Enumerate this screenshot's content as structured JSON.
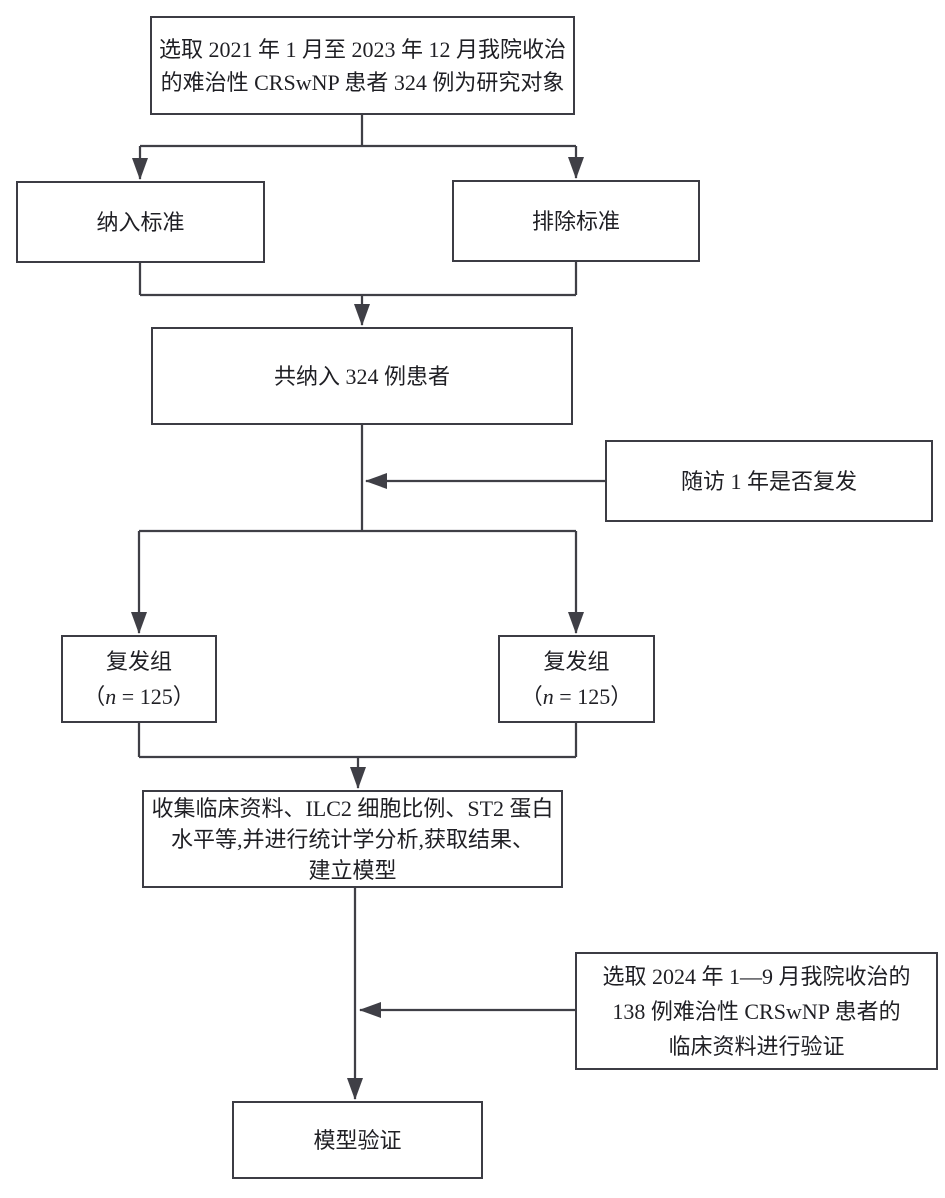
{
  "diagram": {
    "type": "flowchart",
    "background_color": "#ffffff",
    "line_color": "#3f3f46",
    "box_border_color": "#3c3c44",
    "text_color": "#1f1f24",
    "nodes": {
      "select_patients": {
        "lines": [
          "选取 2021 年 1 月至 2023 年 12 月我院收治",
          "的难治性 CRSwNP 患者 324 例为研究对象"
        ]
      },
      "inclusion": {
        "label": "纳入标准"
      },
      "exclusion": {
        "label": "排除标准"
      },
      "total_included": {
        "label": "共纳入 324 例患者"
      },
      "followup": {
        "label": "随访 1 年是否复发"
      },
      "relapse_left": {
        "name": "复发组",
        "n_pre": "（",
        "n_var": "n",
        "n_post": " = 125）"
      },
      "relapse_right": {
        "name": "复发组",
        "n_pre": "（",
        "n_var": "n",
        "n_post": " = 125）"
      },
      "collect_analyze": {
        "lines": [
          "收集临床资料、ILC2 细胞比例、ST2 蛋白",
          "水平等,并进行统计学分析,获取结果、",
          "建立模型"
        ]
      },
      "validation_cohort": {
        "lines": [
          "选取 2024 年 1—9 月我院收治的",
          "138 例难治性 CRSwNP 患者的",
          "临床资料进行验证"
        ]
      },
      "model_validation": {
        "label": "模型验证"
      }
    }
  }
}
